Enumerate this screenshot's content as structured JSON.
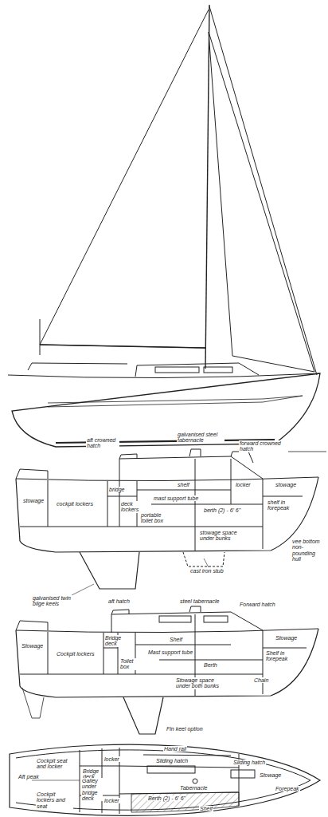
{
  "diagram": {
    "labels": [
      "aft crowned hatch",
      "galvanised steel tabernacle",
      "forward crowned hatch",
      "shelf",
      "mast support tube",
      "berth (2) - 6' 6\"",
      "locker",
      "stowage",
      "shelf in forepeak",
      "stowage",
      "cockpit lockers",
      "bridge",
      "deck lockers",
      "portable toilet box",
      "stowage space under bunks",
      "cast iron stub",
      "galvanised twin bilge keels",
      "vee bottom non-pounding hull",
      "aft hatch",
      "steel tabernacle",
      "Forward hatch",
      "Shelf",
      "Mast support tube",
      "Berth",
      "Shelf in forepeak",
      "Stowage",
      "Stowage",
      "Cockpit lockers",
      "Bridge deck",
      "Toilet box",
      "Stowage space under both bunks",
      "Chain",
      "Fin keel option",
      "Cockpit seat and locker",
      "Bridge deck",
      "locker",
      "Hand rail",
      "Sliding hatch",
      "Sliding hatch",
      "Stowage",
      "Tabernacle",
      "Forepeak",
      "Aft peak",
      "Galley under bridge deck",
      "Cockpit lockers and seat",
      "locker",
      "Berth (2) - 6' 6\"",
      "Shelf"
    ]
  }
}
